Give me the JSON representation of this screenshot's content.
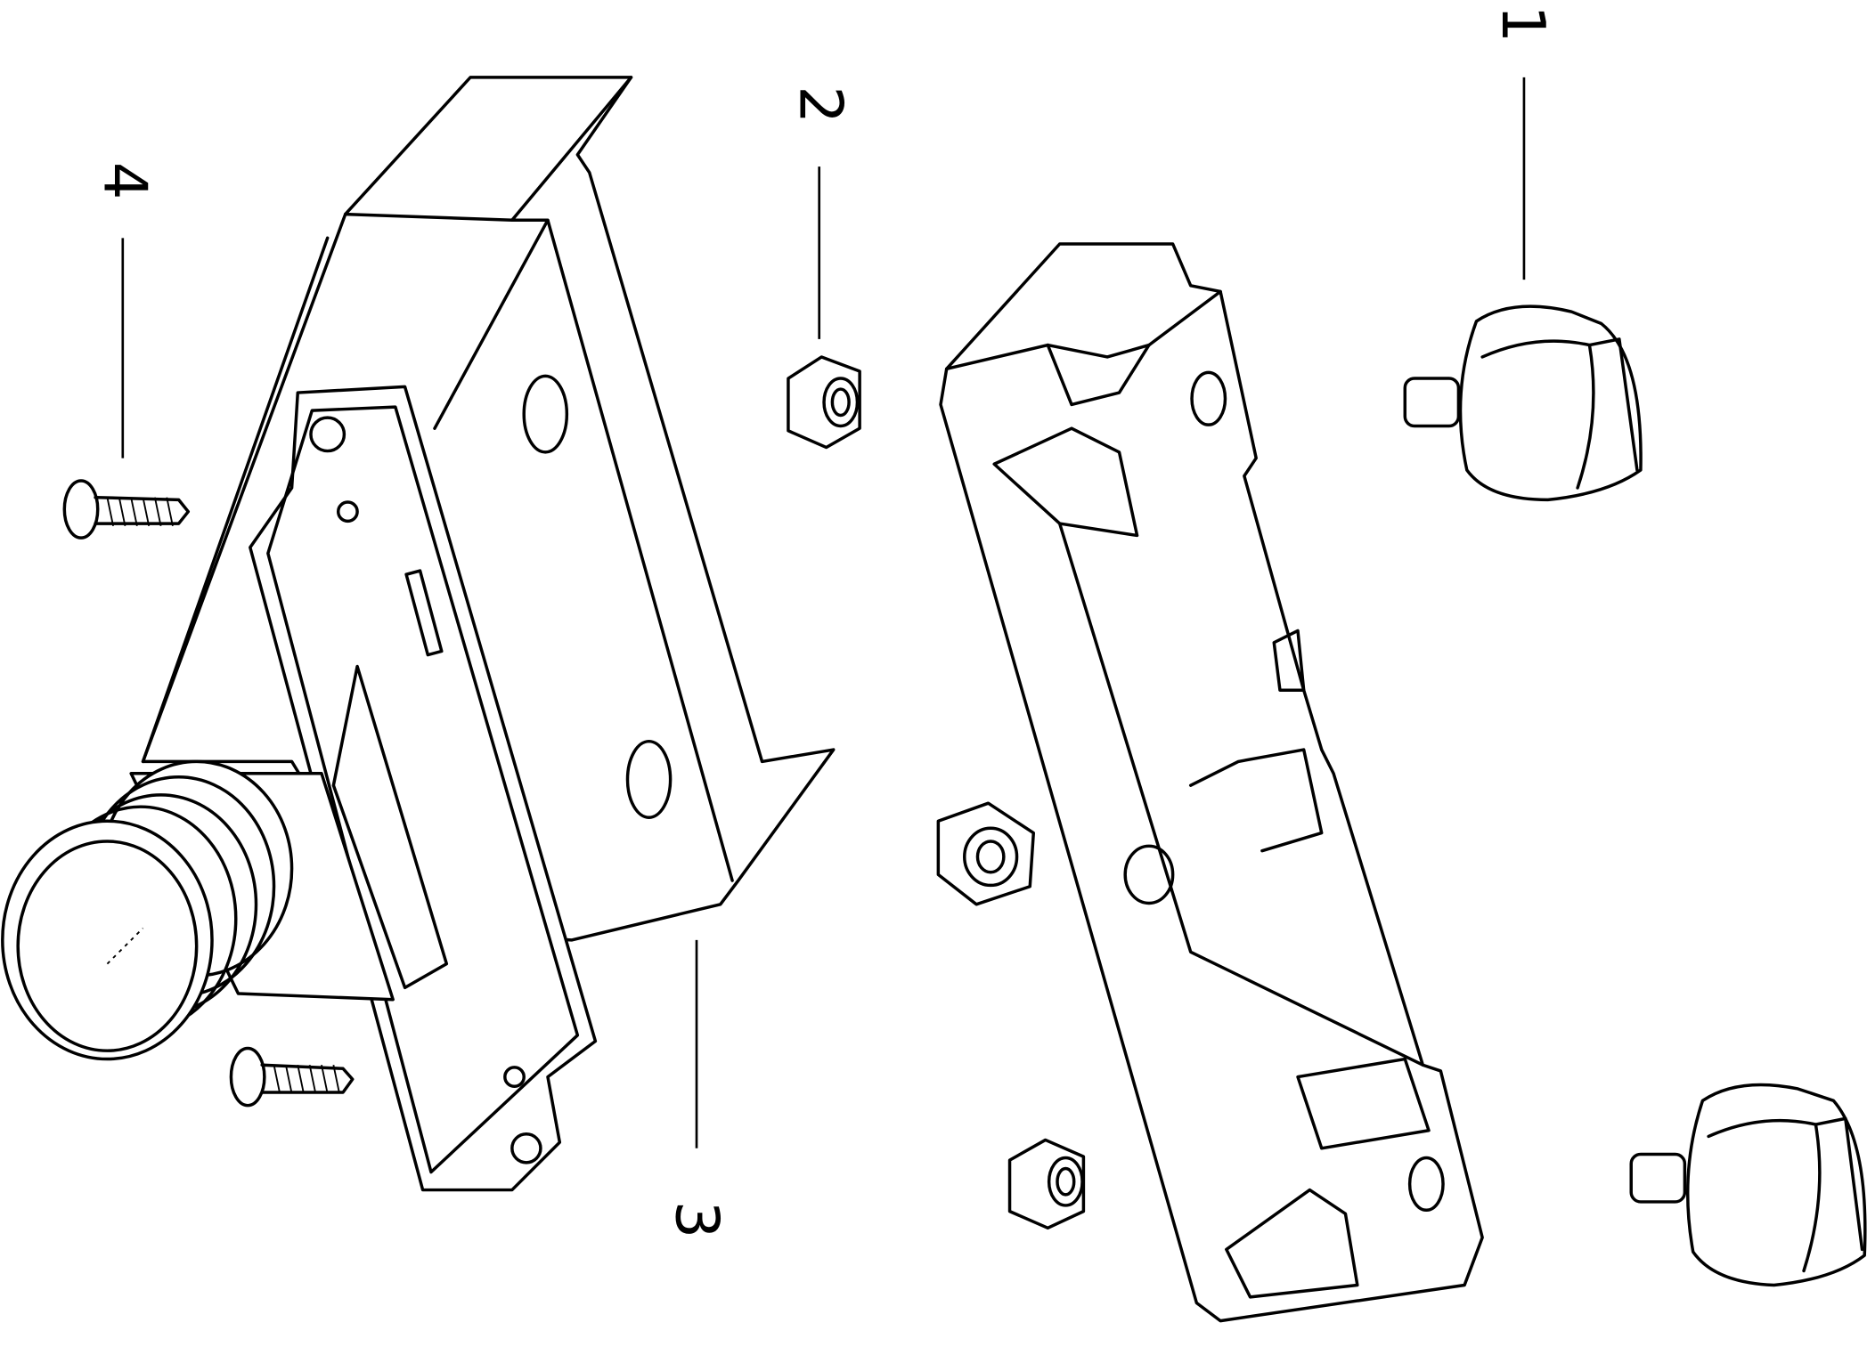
{
  "diagram": {
    "type": "exploded-parts-view",
    "callouts": [
      {
        "id": "callout-1",
        "label": "1"
      },
      {
        "id": "callout-2",
        "label": "2"
      },
      {
        "id": "callout-3",
        "label": "3"
      },
      {
        "id": "callout-4",
        "label": "4"
      }
    ]
  }
}
